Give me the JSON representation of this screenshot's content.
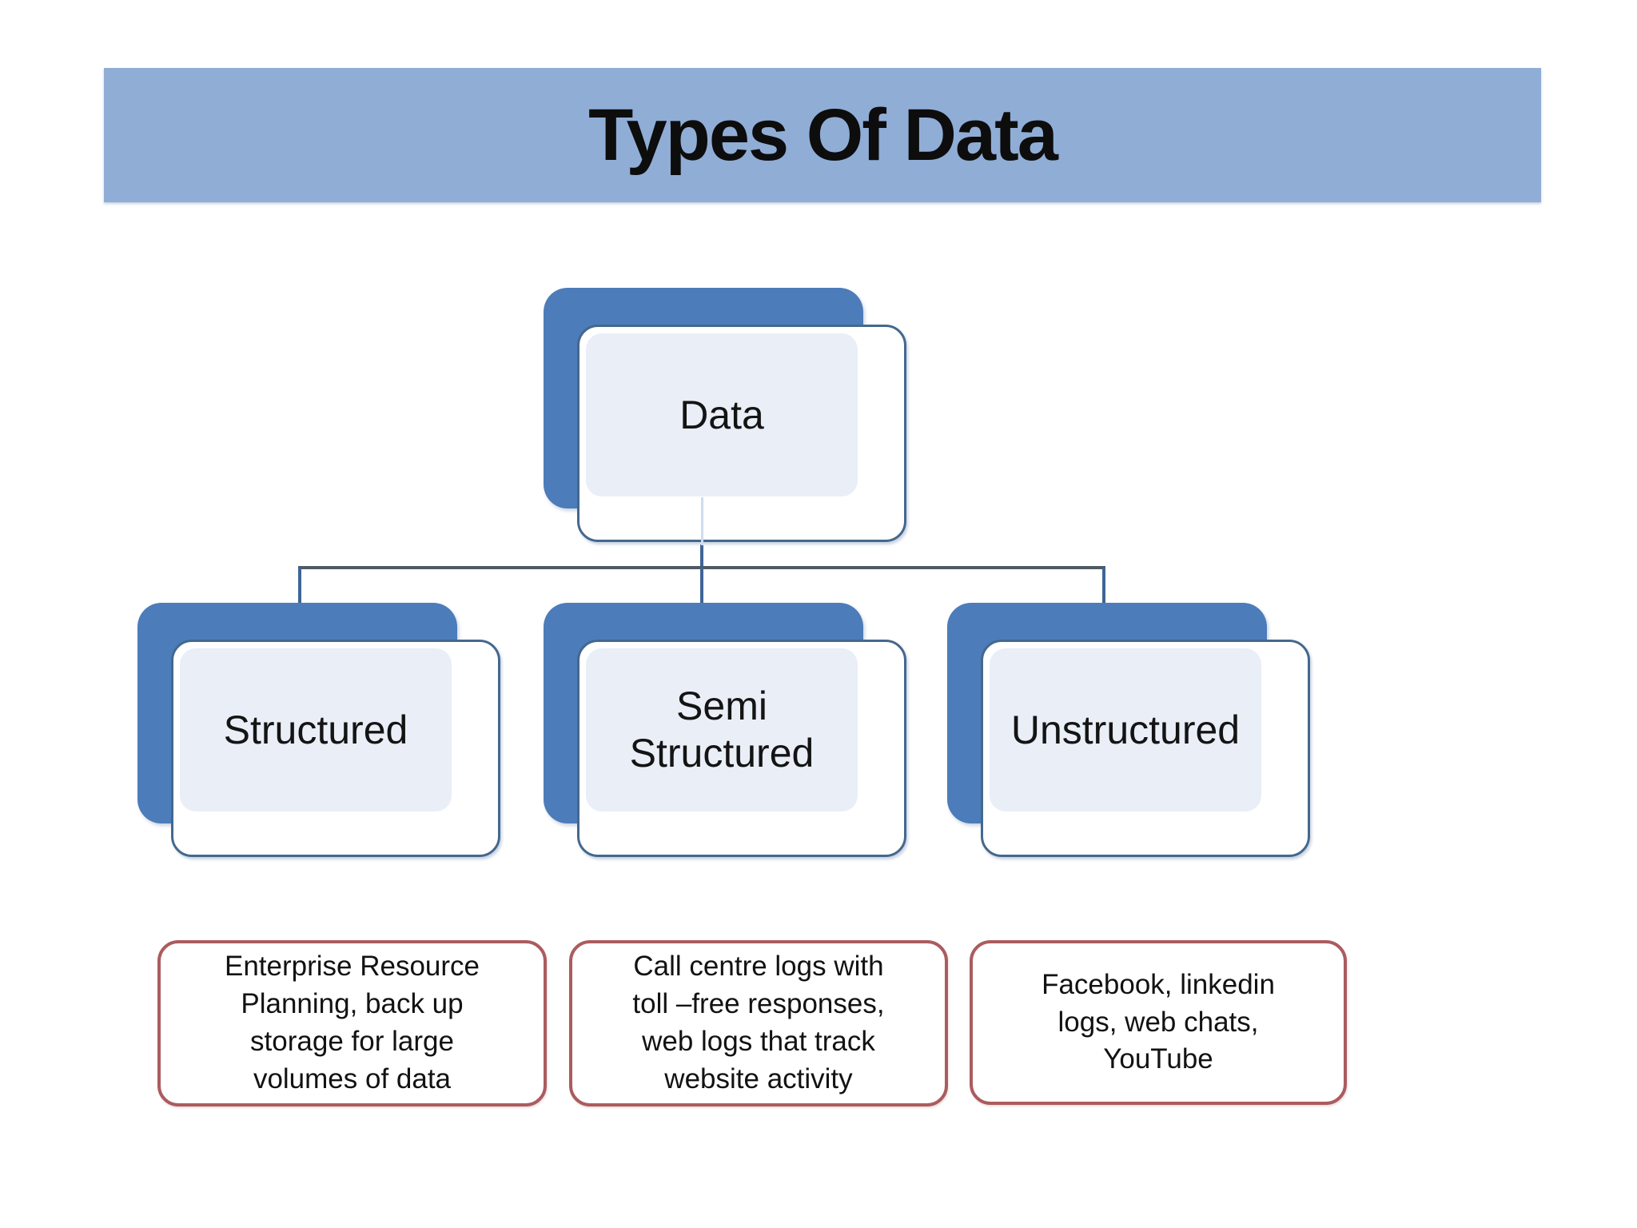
{
  "slide": {
    "title": "Types Of Data"
  },
  "colors": {
    "banner_bg": "#90ADD6",
    "node_back_fill": "#4C7CBA",
    "node_border": "#44688D",
    "node_inner_fill": "#E9EEF7",
    "connector_vertical": "#3F6596",
    "connector_horizontal": "#4E5A64",
    "desc_border": "#AB5C5E"
  },
  "tree": {
    "root": {
      "label": "Data"
    },
    "children": [
      {
        "label": "Structured",
        "description": "Enterprise Resource\nPlanning, back up\nstorage for large\nvolumes of data"
      },
      {
        "label": "Semi\nStructured",
        "description": "Call centre logs with\ntoll –free responses,\nweb logs that track\nwebsite activity"
      },
      {
        "label": "Unstructured",
        "description": "Facebook, linkedin\nlogs, web chats,\nYouTube"
      }
    ]
  }
}
